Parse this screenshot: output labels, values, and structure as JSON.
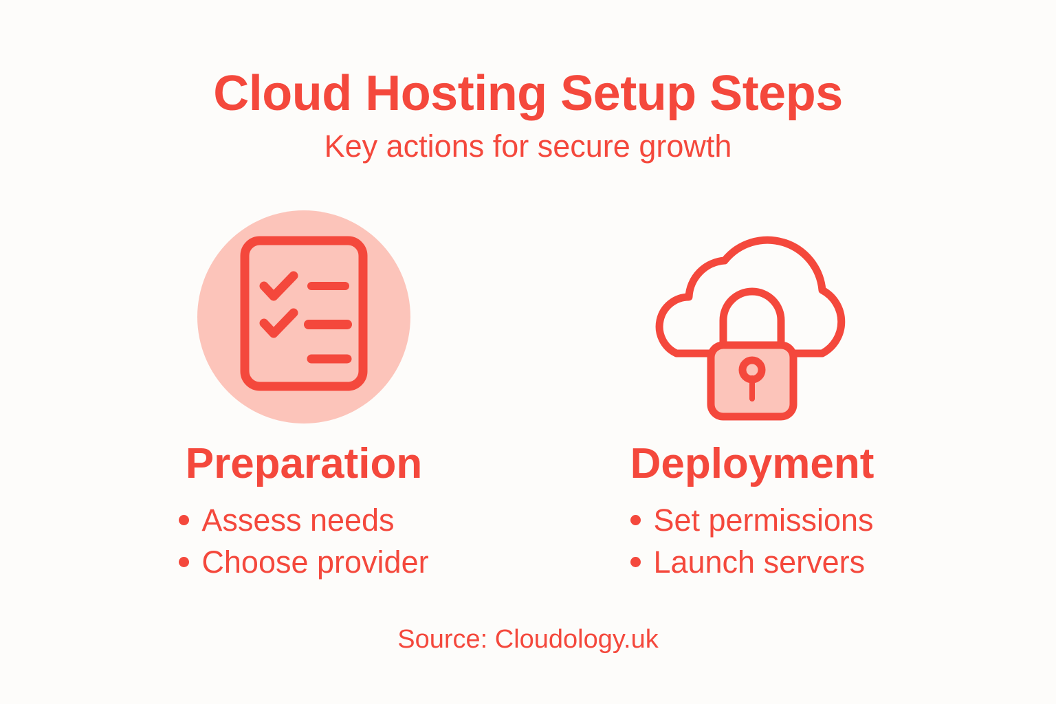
{
  "header": {
    "title": "Cloud Hosting Setup Steps",
    "subtitle": "Key actions for secure growth"
  },
  "colors": {
    "background": "#FDFCFA",
    "accent_red": "#F4483C",
    "accent_pink": "#FCC4BA"
  },
  "columns": [
    {
      "id": "preparation",
      "icon": "checklist-icon",
      "icon_badge": "pink-circle-background",
      "title": "Preparation",
      "bullets": [
        "Assess needs",
        "Choose provider"
      ]
    },
    {
      "id": "deployment",
      "icon": "cloud-lock-icon",
      "icon_badge": "none",
      "title": "Deployment",
      "bullets": [
        "Set permissions",
        "Launch servers"
      ]
    }
  ],
  "footer": {
    "source": "Source: Cloudology.uk"
  }
}
